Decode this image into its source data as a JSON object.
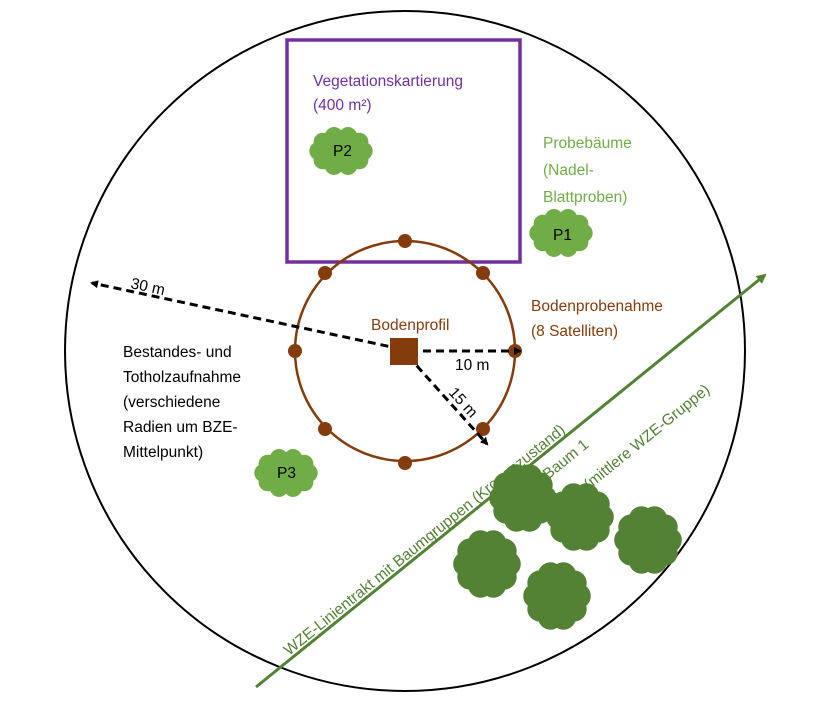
{
  "colors": {
    "outline": "#000000",
    "vegetation": "#7030a0",
    "probebaeume": "#70ad47",
    "boden": "#843c0c",
    "wze": "#548235",
    "tree_light": "#70ad47",
    "tree_dark": "#548235",
    "bestand": "#000000"
  },
  "vegetation": {
    "line1": "Vegetationskartierung",
    "line2": "(400 m²)"
  },
  "probebaeume": {
    "line1": "Probebäume",
    "line2": "(Nadel-",
    "line3": "Blattproben)"
  },
  "bodenprobe": {
    "line1": "Bodenprobenahme",
    "line2": "(8 Satelliten)"
  },
  "bodenprofil": "Bodenprofil",
  "bestand": {
    "line1": "Bestandes- und",
    "line2": "Totholzaufnahme",
    "line3": "(verschiedene",
    "line4": "Radien um BZE-",
    "line5": "Mittelpunkt)"
  },
  "radii": {
    "r30": "30 m",
    "r10": "10 m",
    "r15": "15 m"
  },
  "trees": {
    "p1": "P1",
    "p2": "P2",
    "p3": "P3"
  },
  "wze": {
    "transect": "WZE-Linientrakt mit Baumgruppen (Kronenzustand)",
    "baum1": "Baum 1",
    "gruppe": "(mittlere WZE-Gruppe)"
  },
  "icons": {
    "tree": "tree-crown-icon",
    "soil_sample": "soil-satellite-icon",
    "soil_pit": "soil-profile-icon"
  }
}
